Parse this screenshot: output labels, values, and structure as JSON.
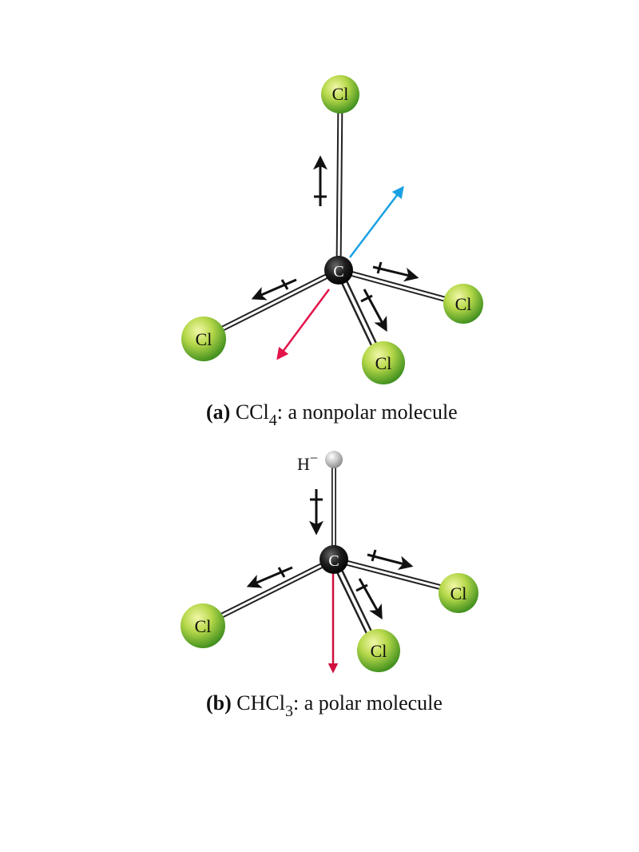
{
  "colors": {
    "background": "#ffffff",
    "chlorine": "#8dc63f",
    "carbon": "#1a1a1a",
    "hydrogen": "#bdbdbd",
    "bond_dipole": "#111111",
    "net_dipole_a": "#e3134a",
    "net_dipole_b": "#d0103f",
    "resultant_dipole_a": "#1ba1e2"
  },
  "diagram_a": {
    "carbon_label": "C",
    "chlorine_label": "Cl",
    "caption": {
      "part": "(a)",
      "formula_main": " CCl",
      "formula_sub": "4",
      "description": ": a nonpolar molecule"
    }
  },
  "diagram_b": {
    "carbon_label": "C",
    "chlorine_label": "Cl",
    "hydrogen_label": "H",
    "hydrogen_charge": "−",
    "caption": {
      "part": "(b)",
      "formula_main": " CHCl",
      "formula_sub": "3",
      "description": ": a polar molecule"
    }
  }
}
